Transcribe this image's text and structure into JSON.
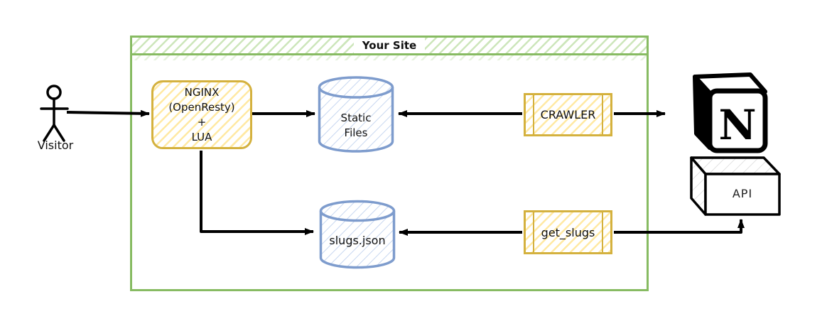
{
  "colors": {
    "green_border": "#87bb62",
    "green_hatch": "#cde6bb",
    "yellow_border": "#d4b13e",
    "yellow_hatch": "#ffe9a3",
    "blue_border": "#7e9ccd",
    "blue_hatch": "#c7d7f0",
    "gray_hatch": "#d8d8d8",
    "arrow": "#000000"
  },
  "container": {
    "title": "Your Site"
  },
  "nodes": {
    "visitor": {
      "label": "Visitor",
      "icon": "stick-figure-icon"
    },
    "nginx": {
      "lines": [
        "NGINX",
        "(OpenResty)",
        "+",
        "LUA"
      ]
    },
    "static_files": {
      "lines": [
        "Static",
        "Files"
      ]
    },
    "crawler": {
      "label": "CRAWLER"
    },
    "slugs_json": {
      "label": "slugs.json"
    },
    "get_slugs": {
      "label": "get_slugs"
    },
    "notion": {
      "letter": "N",
      "icon": "notion-cube-logo"
    },
    "api": {
      "label": "API"
    }
  },
  "edges": [
    {
      "from": "visitor",
      "to": "nginx"
    },
    {
      "from": "nginx",
      "to": "static_files"
    },
    {
      "from": "crawler",
      "to": "static_files"
    },
    {
      "from": "crawler",
      "to": "notion"
    },
    {
      "from": "nginx",
      "to": "slugs_json"
    },
    {
      "from": "get_slugs",
      "to": "slugs_json"
    },
    {
      "from": "get_slugs",
      "to": "api"
    }
  ]
}
